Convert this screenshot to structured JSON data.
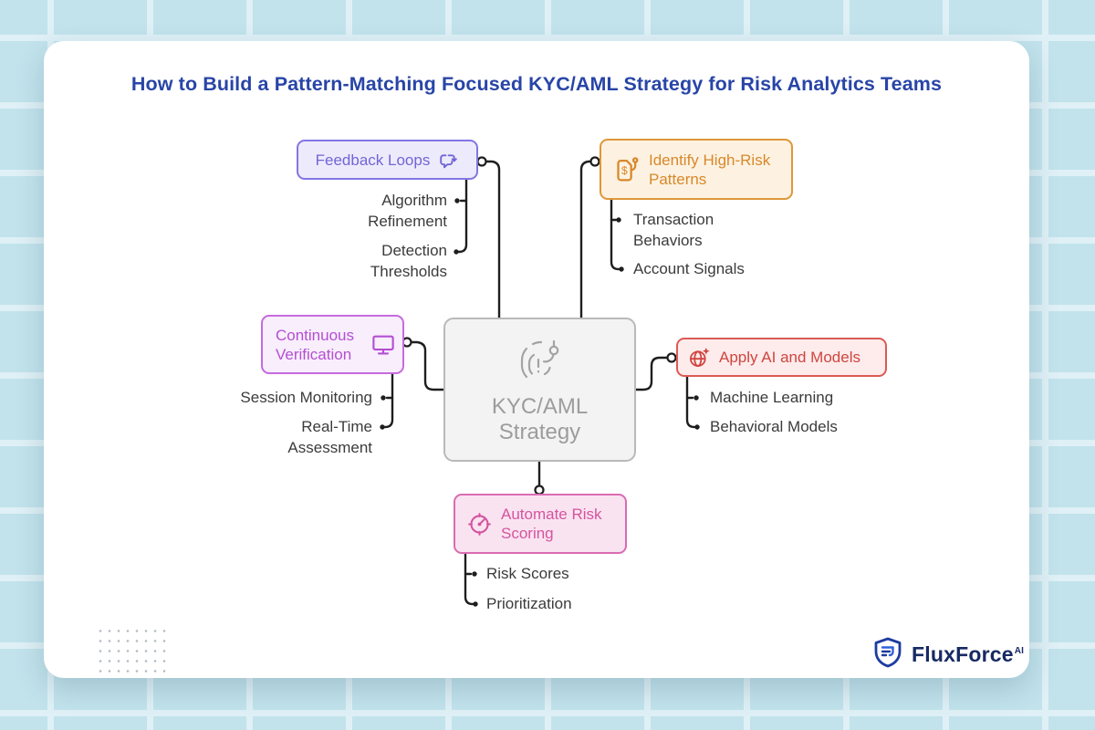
{
  "title": "How to Build a Pattern-Matching Focused KYC/AML Strategy for Risk Analytics Teams",
  "center": {
    "label": "KYC/AML\nStrategy",
    "icon": "fingerprint-hook-icon"
  },
  "branches": {
    "feedback": {
      "label": "Feedback Loops",
      "icon": "chat-loop-icon",
      "color": "#7165d6",
      "children": [
        "Algorithm Refinement",
        "Detection Thresholds"
      ]
    },
    "identify": {
      "label": "Identify High-Risk Patterns",
      "icon": "document-dollar-hook-icon",
      "color": "#d8882b",
      "children": [
        "Transaction Behaviors",
        "Account Signals"
      ]
    },
    "verification": {
      "label": "Continuous Verification",
      "icon": "monitor-icon",
      "color": "#b44fd2",
      "children": [
        "Session Monitoring",
        "Real-Time Assessment"
      ]
    },
    "ai": {
      "label": "Apply AI and Models",
      "icon": "globe-sparkle-icon",
      "color": "#d04540",
      "children": [
        "Machine Learning",
        "Behavioral Models"
      ]
    },
    "scoring": {
      "label": "Automate Risk Scoring",
      "icon": "gauge-target-icon",
      "color": "#d4549f",
      "children": [
        "Risk Scores",
        "Prioritization"
      ]
    }
  },
  "logo": {
    "name": "FluxForce",
    "superscript": "AI"
  },
  "colors": {
    "title": "#2845a7",
    "background_tile": "#c2e3ec",
    "tile_line": "#dff0f6",
    "connector": "#1e1e1e",
    "central_fill": "#f3f3f3",
    "central_border": "#b9b9b9",
    "feedback_fill": "#edeafb",
    "identify_fill": "#fdf2e1",
    "verification_fill": "#f8eefc",
    "ai_fill": "#fdeceb",
    "scoring_fill": "#fae3f0",
    "logo_navy": "#172a63"
  }
}
